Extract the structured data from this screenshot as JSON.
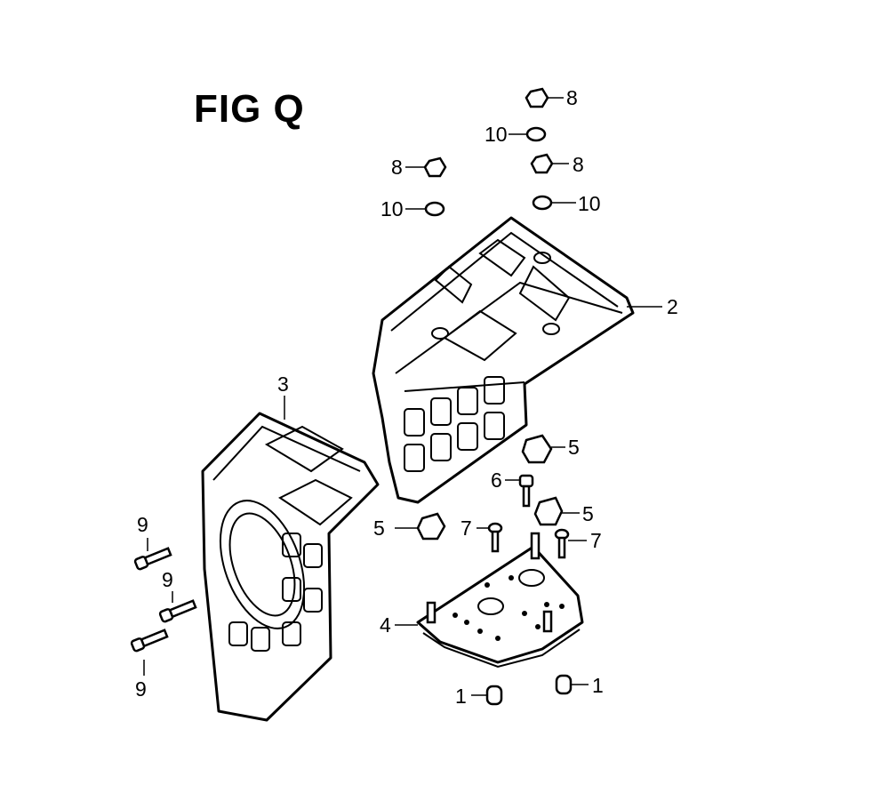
{
  "figure": {
    "title": "FIG Q"
  },
  "callouts": [
    {
      "id": "c8a",
      "label": "8"
    },
    {
      "id": "c10a",
      "label": "10"
    },
    {
      "id": "c8b",
      "label": "8"
    },
    {
      "id": "c10b",
      "label": "10"
    },
    {
      "id": "c8c",
      "label": "8"
    },
    {
      "id": "c10c",
      "label": "10"
    },
    {
      "id": "c2",
      "label": "2"
    },
    {
      "id": "c3",
      "label": "3"
    },
    {
      "id": "c5a",
      "label": "5"
    },
    {
      "id": "c6",
      "label": "6"
    },
    {
      "id": "c5b",
      "label": "5"
    },
    {
      "id": "c5c",
      "label": "5"
    },
    {
      "id": "c7a",
      "label": "7"
    },
    {
      "id": "c7b",
      "label": "7"
    },
    {
      "id": "c9a",
      "label": "9"
    },
    {
      "id": "c9b",
      "label": "9"
    },
    {
      "id": "c9c",
      "label": "9"
    },
    {
      "id": "c4",
      "label": "4"
    },
    {
      "id": "c1a",
      "label": "1"
    },
    {
      "id": "c1b",
      "label": "1"
    }
  ]
}
